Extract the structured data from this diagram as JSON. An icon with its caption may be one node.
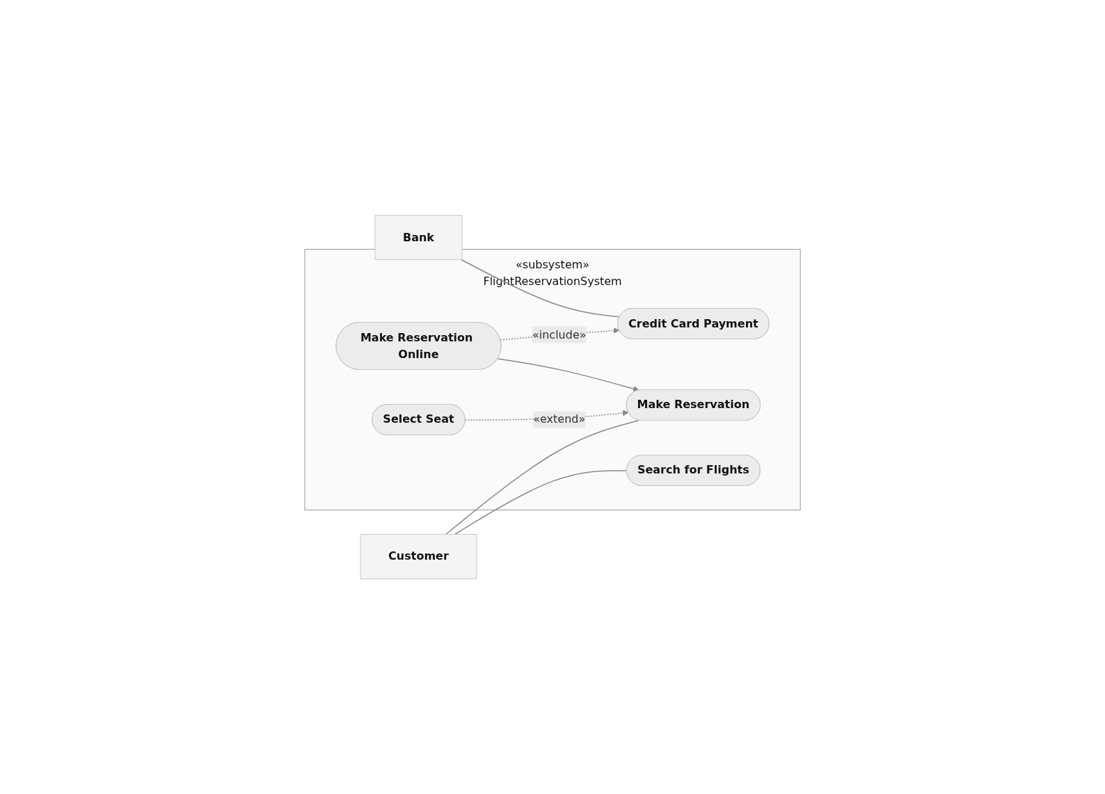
{
  "diagram": {
    "nodes": [
      {
        "text": [
          "«subsystem»",
          "FlightReservationSystem"
        ]
      },
      {
        "text": [
          "Bank"
        ]
      },
      {
        "text": [
          "Customer"
        ]
      },
      {
        "text": [
          "Make Reservation Online"
        ],
        "in": 0
      },
      {
        "text": [
          "Credit Card Payment"
        ],
        "in": 0
      },
      {
        "text": [
          "Make Reservation"
        ],
        "in": 0
      },
      {
        "text": [
          "Select Seat"
        ],
        "in": 0
      },
      {
        "text": [
          "Search for Flights"
        ],
        "in": 0
      }
    ],
    "edges": [
      {
        "from": 1,
        "to": 4,
        "arrow": "none"
      },
      {
        "from": 3,
        "to": 4,
        "arrow": "to",
        "label": "«include»",
        "style": "dashed"
      },
      {
        "from": 3,
        "to": 5,
        "arrow": "to"
      },
      {
        "from": 6,
        "to": 5,
        "arrow": "to",
        "label": "«extend»",
        "style": "dashed"
      },
      {
        "from": 2,
        "to": 5,
        "arrow": "none"
      },
      {
        "from": 2,
        "to": 7,
        "arrow": "none"
      }
    ]
  }
}
